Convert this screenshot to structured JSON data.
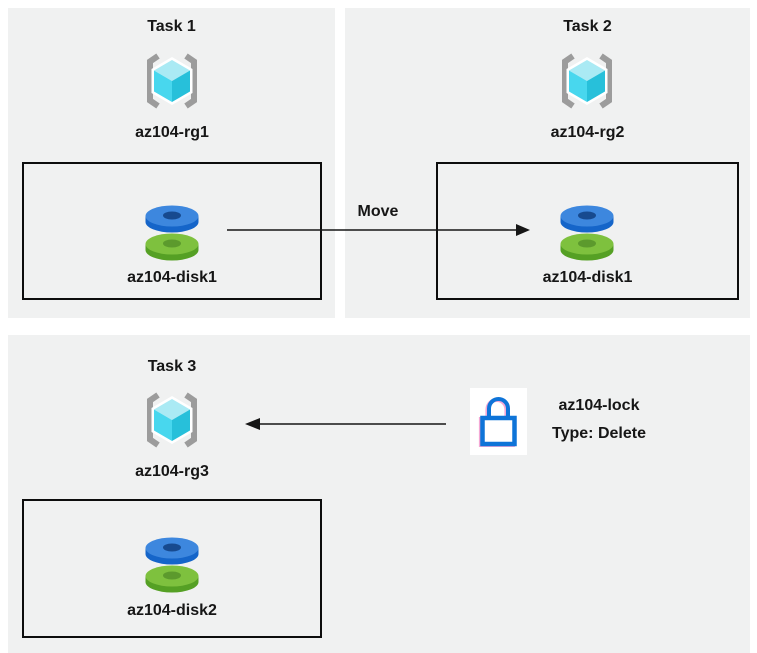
{
  "tasks": [
    {
      "title": "Task 1",
      "rg_label": "az104-rg1",
      "disk_label": "az104-disk1"
    },
    {
      "title": "Task 2",
      "rg_label": "az104-rg2",
      "disk_label": "az104-disk1"
    },
    {
      "title": "Task 3",
      "rg_label": "az104-rg3",
      "disk_label": "az104-disk2"
    }
  ],
  "move_arrow": {
    "label": "Move"
  },
  "lock": {
    "name": "az104-lock",
    "type": "Type: Delete"
  },
  "icons": {
    "resource_group": "azure-resource-group-icon",
    "disk": "azure-disk-icon",
    "lock": "padlock-icon"
  },
  "colors": {
    "panel_bg": "#f0f1f1",
    "box_border": "#0d0d0d",
    "bracket_gray": "#9c9c9c",
    "cube_top": "#aaeaf4",
    "cube_left": "#48d7ee",
    "cube_right": "#27c0da",
    "disk_blue_top": "#3d87de",
    "disk_blue_side": "#1565c9",
    "disk_blue_hole": "#174a8f",
    "disk_green_top": "#7ec13e",
    "disk_green_side": "#55a024",
    "disk_green_hole": "#5c9a2d",
    "lock_blue": "#0e74d8",
    "lock_pink_fringe": "#ef7bc0",
    "arrow": "#161616"
  }
}
